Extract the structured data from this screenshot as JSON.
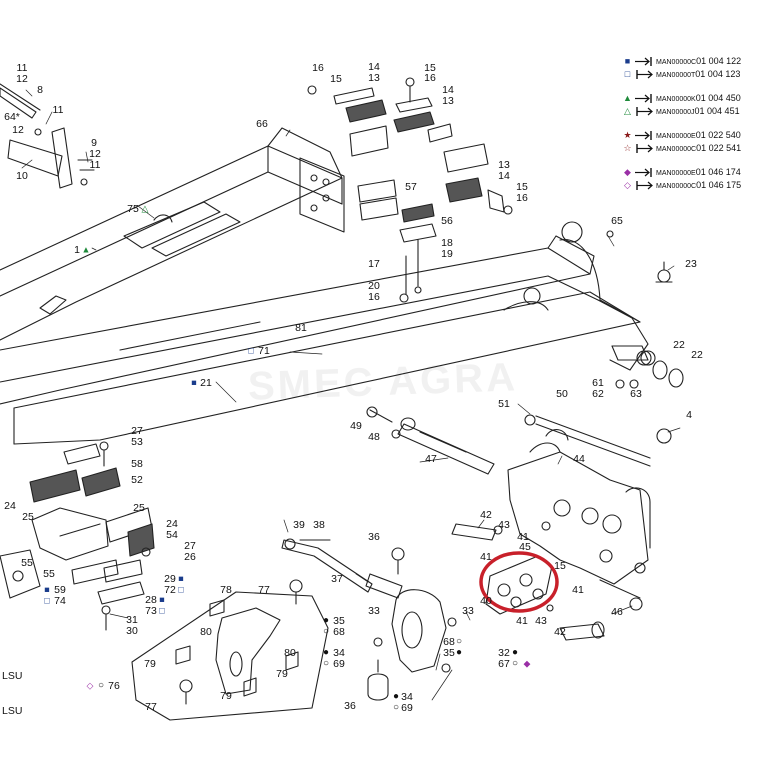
{
  "watermark": "SMEC AGRA",
  "legend": [
    {
      "marker": "■",
      "color": "#1a3c8c",
      "code": "MAN00000C",
      "range": "01 004 122"
    },
    {
      "marker": "□",
      "color": "#1a3c8c",
      "code": "MAN00000T",
      "range": "01 004 123"
    },
    {
      "gap": true
    },
    {
      "marker": "▲",
      "color": "#1e8a3a",
      "code": "MAN00000K",
      "range": "01 004 450"
    },
    {
      "marker": "△",
      "color": "#1e8a3a",
      "code": "MAN00000J",
      "range": "01 004 451"
    },
    {
      "gap": true
    },
    {
      "marker": "★",
      "color": "#8a1a1a",
      "code": "MAN00000E",
      "range": "01 022 540"
    },
    {
      "marker": "☆",
      "color": "#8a1a1a",
      "code": "MAN00000C",
      "range": "01 022 541"
    },
    {
      "gap": true
    },
    {
      "marker": "◆",
      "color": "#9a2fa6",
      "code": "MAN00000E",
      "range": "01 046 174"
    },
    {
      "marker": "◇",
      "color": "#9a2fa6",
      "code": "MAN00000C",
      "range": "01 046 175"
    }
  ],
  "side_labels": {
    "lsu_1": "LSU",
    "lsu_2": "LSU"
  },
  "highlight_color": "#c8202a",
  "callouts": [
    {
      "id": "c1",
      "text": "11"
    },
    {
      "id": "c2",
      "text": "12"
    },
    {
      "id": "c3",
      "text": "8"
    },
    {
      "id": "c4",
      "text": "64*"
    },
    {
      "id": "c5",
      "text": "11"
    },
    {
      "id": "c6",
      "text": "12"
    },
    {
      "id": "c7",
      "text": "9"
    },
    {
      "id": "c8",
      "text": "12"
    },
    {
      "id": "c9",
      "text": "11"
    },
    {
      "id": "c10",
      "text": "10"
    },
    {
      "id": "c11",
      "text": "16"
    },
    {
      "id": "c12",
      "text": "15"
    },
    {
      "id": "c13",
      "text": "14"
    },
    {
      "id": "c14",
      "text": "13"
    },
    {
      "id": "c15",
      "text": "15"
    },
    {
      "id": "c16",
      "text": "16"
    },
    {
      "id": "c17",
      "text": "14"
    },
    {
      "id": "c18",
      "text": "13"
    },
    {
      "id": "c19",
      "text": "66"
    },
    {
      "id": "c20",
      "text": "13"
    },
    {
      "id": "c21",
      "text": "14"
    },
    {
      "id": "c22",
      "text": "15"
    },
    {
      "id": "c23",
      "text": "16"
    },
    {
      "id": "c24",
      "text": "57"
    },
    {
      "id": "c25",
      "text": "56"
    },
    {
      "id": "c26",
      "text": "18"
    },
    {
      "id": "c27",
      "text": "19"
    },
    {
      "id": "c28",
      "text": "17"
    },
    {
      "id": "c29",
      "text": "20"
    },
    {
      "id": "c30",
      "text": "16"
    },
    {
      "id": "c31",
      "text": "65"
    },
    {
      "id": "c32",
      "text": "75"
    },
    {
      "id": "c33",
      "text": "1"
    },
    {
      "id": "c34",
      "text": "23"
    },
    {
      "id": "c35",
      "text": "81"
    },
    {
      "id": "c36",
      "text": "71"
    },
    {
      "id": "c37",
      "text": "22"
    },
    {
      "id": "c38",
      "text": "22"
    },
    {
      "id": "c39",
      "text": "21"
    },
    {
      "id": "c40",
      "text": "61"
    },
    {
      "id": "c41",
      "text": "62"
    },
    {
      "id": "c42",
      "text": "63"
    },
    {
      "id": "c43",
      "text": "50"
    },
    {
      "id": "c44",
      "text": "51"
    },
    {
      "id": "c45",
      "text": "49"
    },
    {
      "id": "c46",
      "text": "48"
    },
    {
      "id": "c47",
      "text": "4"
    },
    {
      "id": "c48",
      "text": "27"
    },
    {
      "id": "c49",
      "text": "53"
    },
    {
      "id": "c50",
      "text": "58"
    },
    {
      "id": "c51",
      "text": "52"
    },
    {
      "id": "c52",
      "text": "47"
    },
    {
      "id": "c53",
      "text": "44"
    },
    {
      "id": "c54",
      "text": "24"
    },
    {
      "id": "c55",
      "text": "25"
    },
    {
      "id": "c56",
      "text": "25"
    },
    {
      "id": "c57",
      "text": "24"
    },
    {
      "id": "c58",
      "text": "54"
    },
    {
      "id": "c59",
      "text": "27"
    },
    {
      "id": "c60",
      "text": "26"
    },
    {
      "id": "c61",
      "text": "39"
    },
    {
      "id": "c62",
      "text": "38"
    },
    {
      "id": "c63",
      "text": "42"
    },
    {
      "id": "c64",
      "text": "43"
    },
    {
      "id": "c65",
      "text": "41"
    },
    {
      "id": "c66",
      "text": "45"
    },
    {
      "id": "c67",
      "text": "41"
    },
    {
      "id": "c68",
      "text": "36"
    },
    {
      "id": "c69",
      "text": "55"
    },
    {
      "id": "c70",
      "text": "55"
    },
    {
      "id": "c71",
      "text": "29"
    },
    {
      "id": "c72",
      "text": "72"
    },
    {
      "id": "c73",
      "text": "28"
    },
    {
      "id": "c74",
      "text": "73"
    },
    {
      "id": "c75",
      "text": "59"
    },
    {
      "id": "c76",
      "text": "74"
    },
    {
      "id": "c77",
      "text": "78"
    },
    {
      "id": "c78",
      "text": "77"
    },
    {
      "id": "c79",
      "text": "37"
    },
    {
      "id": "c80",
      "text": "15"
    },
    {
      "id": "c81",
      "text": "40"
    },
    {
      "id": "c82",
      "text": "41"
    },
    {
      "id": "c83",
      "text": "43"
    },
    {
      "id": "c84",
      "text": "41"
    },
    {
      "id": "c85",
      "text": "46"
    },
    {
      "id": "c86",
      "text": "31"
    },
    {
      "id": "c87",
      "text": "30"
    },
    {
      "id": "c88",
      "text": "80"
    },
    {
      "id": "c89",
      "text": "79"
    },
    {
      "id": "c90",
      "text": "33"
    },
    {
      "id": "c91",
      "text": "35"
    },
    {
      "id": "c92",
      "text": "68"
    },
    {
      "id": "c93",
      "text": "33"
    },
    {
      "id": "c94",
      "text": "68"
    },
    {
      "id": "c95",
      "text": "35"
    },
    {
      "id": "c96",
      "text": "42"
    },
    {
      "id": "c97",
      "text": "34"
    },
    {
      "id": "c98",
      "text": "69"
    },
    {
      "id": "c99",
      "text": "32"
    },
    {
      "id": "c100",
      "text": "67"
    },
    {
      "id": "c101",
      "text": "80"
    },
    {
      "id": "c102",
      "text": "79"
    },
    {
      "id": "c103",
      "text": "76"
    },
    {
      "id": "c104",
      "text": "77"
    },
    {
      "id": "c105",
      "text": "79"
    },
    {
      "id": "c106",
      "text": "36"
    },
    {
      "id": "c107",
      "text": "34"
    },
    {
      "id": "c108",
      "text": "69"
    }
  ]
}
